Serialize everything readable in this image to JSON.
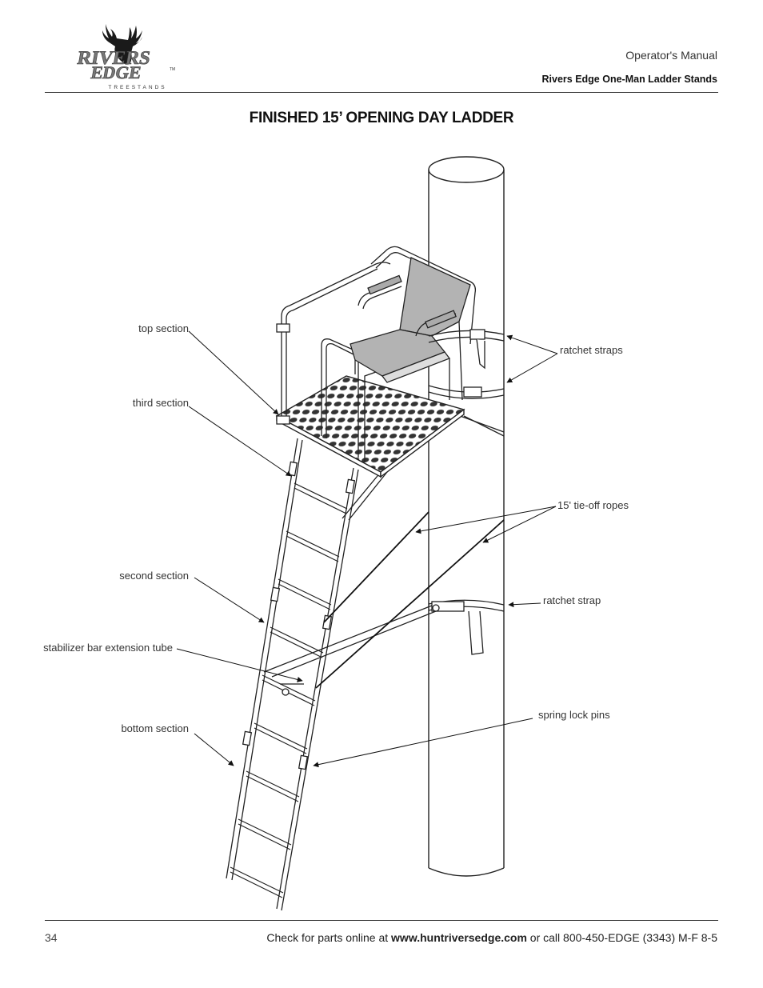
{
  "header": {
    "logo_text_1": "RIVERS",
    "logo_text_2": "EDGE",
    "logo_text_3": "TREESTANDS",
    "logo_tm": "TM",
    "manual": "Operator's Manual",
    "product": "Rivers Edge One-Man Ladder Stands"
  },
  "title": "FINISHED 15’ OPENING DAY LADDER",
  "labels": {
    "top_section": "top section",
    "third_section": "third section",
    "second_section": "second section",
    "stabilizer": "stabilizer bar extension tube",
    "bottom_section": "bottom section",
    "ratchet_straps": "ratchet straps",
    "tie_off_ropes": "15' tie-off ropes",
    "ratchet_strap": "ratchet strap",
    "spring_lock_pins": "spring lock pins"
  },
  "footer": {
    "page_number": "34",
    "text_before": "Check for parts online at ",
    "url": "www.huntriversedge.com",
    "text_after": " or call 800-450-EDGE (3343) M-F 8-5"
  }
}
